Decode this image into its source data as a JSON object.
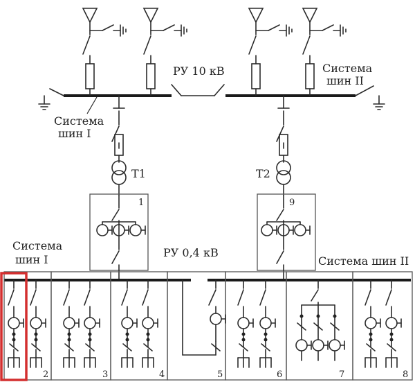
{
  "labels": {
    "ru10": "РУ 10 кВ",
    "ru04": "РУ 0,4 кВ",
    "bus1_top_a": "Система",
    "bus1_top_b": "шин I",
    "bus2_top_a": "Система",
    "bus2_top_b": "шин II",
    "bus1_bottom_a": "Система",
    "bus1_bottom_b": "шин I",
    "bus2_bottom": "Система шин II",
    "t1": "Т1",
    "t2": "Т2"
  },
  "cell_numbers": [
    "1",
    "2",
    "3",
    "4",
    "5",
    "6",
    "7",
    "8",
    "9"
  ],
  "colors": {
    "highlight": "#d32f2f",
    "lines": "#2a2a2a"
  }
}
